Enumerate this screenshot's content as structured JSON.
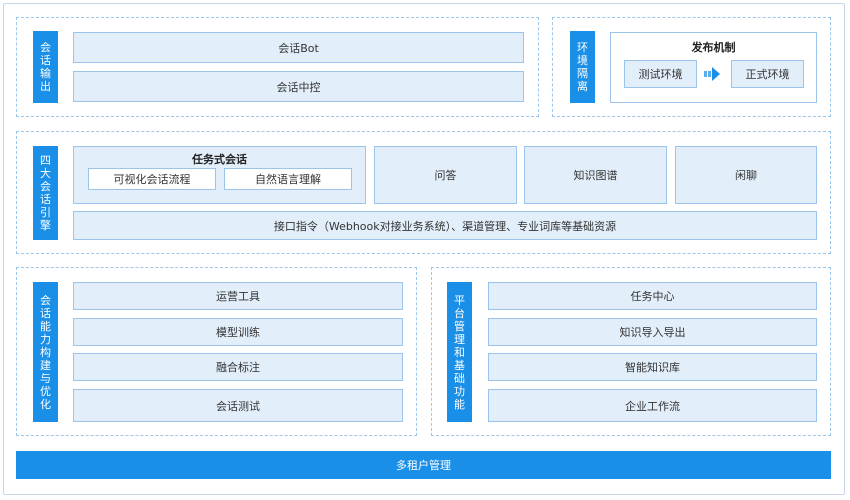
{
  "output": {
    "label": "会话输出",
    "items": [
      "会话Bot",
      "会话中控"
    ]
  },
  "env": {
    "label": "环境隔离",
    "title": "发布机制",
    "test": "测试环境",
    "prod": "正式环境"
  },
  "engines": {
    "label": "四大会话引擎",
    "task_title": "任务式会话",
    "task_items": [
      "可视化会话流程",
      "自然语言理解"
    ],
    "items": [
      "问答",
      "知识图谱",
      "闲聊"
    ],
    "interface": "接口指令（Webhook对接业务系统）、渠道管理、专业词库等基础资源"
  },
  "build": {
    "label": "会话能力构建与优化",
    "items": [
      "运营工具",
      "模型训练",
      "融合标注",
      "会话测试"
    ]
  },
  "platform": {
    "label": "平台管理和基础功能",
    "items": [
      "任务中心",
      "知识导入导出",
      "智能知识库",
      "企业工作流"
    ]
  },
  "tenant": "多租户管理",
  "colors": {
    "accent": "#1a8fe8",
    "box_fill": "#e2eefa",
    "box_border": "#9cc4ea",
    "dashed": "#9cc7ee"
  }
}
